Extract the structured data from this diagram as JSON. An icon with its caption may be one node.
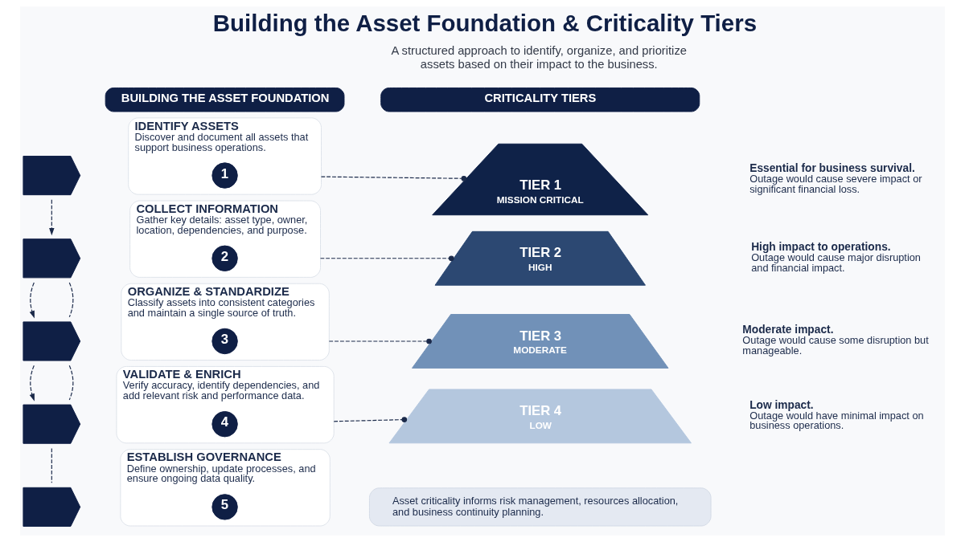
{
  "diagram": {
    "title": "Building the Asset Foundation & Criticality Tiers",
    "nodes": [
      {
        "text": [
          "BUILDING THE ASSET FOUNDATION"
        ]
      },
      {
        "text": [],
        "shape": "pentagon"
      },
      {
        "text": [
          "IDENTIFY ASSETS",
          "Discover and document all assets that support business operations."
        ]
      },
      {
        "text": [
          "1"
        ],
        "in": 2
      },
      {
        "text": [],
        "shape": "pentagon"
      },
      {
        "text": [
          "COLLECT INFORMATION",
          "Gather key details: asset type, owner, location, dependencies, and purpose."
        ]
      },
      {
        "text": [
          "2"
        ],
        "in": 5
      },
      {
        "text": [],
        "shape": "pentagon"
      },
      {
        "text": [
          "ORGANIZE & STANDARDIZE",
          "Classify assets into consistent categories and maintain a single source of truth."
        ]
      },
      {
        "text": [
          "3"
        ],
        "in": 8
      },
      {
        "text": [],
        "shape": "pentagon"
      },
      {
        "text": [
          "VALIDATE & ENRICH",
          "Verify accuracy, identify dependencies, and add relevant risk and performance data."
        ]
      },
      {
        "text": [
          "4"
        ],
        "in": 11
      },
      {
        "text": [],
        "shape": "pentagon"
      },
      {
        "text": [
          "ESTABLISH GOVERNANCE",
          "Define ownership, update processes, and ensure ongoing data quality."
        ]
      },
      {
        "text": [
          "5"
        ],
        "in": 14
      },
      {
        "text": [
          "CRITICALITY TIERS"
        ]
      },
      {
        "text": [
          "TIER 1",
          "MISSION CRITICAL"
        ],
        "beside": [
          "Essential for business survival.",
          "Outage would cause severe impact or significant financial loss."
        ]
      },
      {
        "text": [
          "TIER 2",
          "HIGH"
        ],
        "beside": [
          "High impact to operations.",
          "Outage would cause major disruption and financial impact."
        ]
      },
      {
        "text": [
          "TIER 3",
          "MODERATE"
        ],
        "beside": [
          "Moderate impact.",
          "Outage would cause some disruption but manageable."
        ]
      },
      {
        "text": [
          "TIER 4",
          "LOW"
        ],
        "beside": [
          "Low impact.",
          "Outage would have minimal impact on business operations."
        ]
      },
      {
        "text": [
          "Asset criticality informs risk management, resources allocation, and business continuity planning."
        ]
      }
    ],
    "edges": [
      {
        "from": 1,
        "to": 4,
        "arrow": "to",
        "style": "dashed"
      },
      {
        "from": 4,
        "to": 7,
        "arrow": "none",
        "style": "dashed"
      },
      {
        "from": 4,
        "to": 7,
        "arrow": "to",
        "style": "dashed"
      },
      {
        "from": 7,
        "to": 10,
        "arrow": "none",
        "style": "dashed"
      },
      {
        "from": 7,
        "to": 10,
        "arrow": "to",
        "style": "dashed"
      },
      {
        "from": 10,
        "to": 13,
        "arrow": "none",
        "style": "dashed"
      },
      {
        "from": 2,
        "to": 17,
        "arrow": "other",
        "style": "dashed"
      },
      {
        "from": 5,
        "to": 18,
        "arrow": "other",
        "style": "dashed"
      },
      {
        "from": 8,
        "to": 19,
        "arrow": "other",
        "style": "dashed"
      },
      {
        "from": 11,
        "to": 20,
        "arrow": "other",
        "style": "dashed"
      }
    ],
    "labels": [
      "A structured approach to identify, organize, and prioritize assets based on their impact to the business."
    ]
  }
}
